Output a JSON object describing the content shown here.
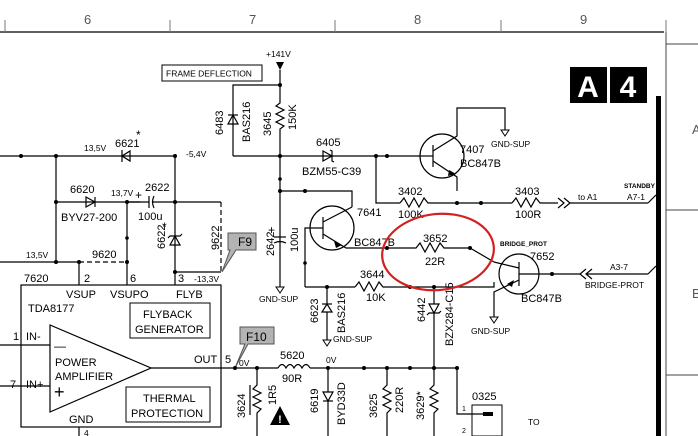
{
  "grid": {
    "columns": [
      "6",
      "7",
      "8",
      "9"
    ],
    "rows": [
      "A",
      "B"
    ]
  },
  "sheet_badge": {
    "letter": "A",
    "number": "4"
  },
  "supply": {
    "label": "+141V"
  },
  "frame_deflection_label": "FRAME DEFLECTION",
  "components": {
    "d6483": {
      "ref": "6483",
      "value": "BAS216"
    },
    "r3645": {
      "ref": "3645",
      "value": "150K"
    },
    "d6405": {
      "ref": "6405",
      "value": "BZM55-C39"
    },
    "q7407": {
      "ref": "7407",
      "value": "BC847B"
    },
    "d6621": {
      "ref": "6621",
      "mark": "*"
    },
    "d6620": {
      "ref": "6620",
      "value": "BYV27-200"
    },
    "c2622": {
      "ref": "2622",
      "value": "100u",
      "plus": "+"
    },
    "d6622": {
      "ref": "6622",
      "mark": "*"
    },
    "r9622": {
      "ref": "9622"
    },
    "r9620": {
      "ref": "9620"
    },
    "c2642": {
      "ref": "2642",
      "value": "100u",
      "plus": "+"
    },
    "q7641": {
      "ref": "7641",
      "value": "BC847B"
    },
    "r3402": {
      "ref": "3402",
      "value": "100K"
    },
    "r3403": {
      "ref": "3403",
      "value": "100R"
    },
    "r3652": {
      "ref": "3652",
      "value": "22R"
    },
    "r3644": {
      "ref": "3644",
      "value": "10K"
    },
    "q7652": {
      "ref": "7652",
      "value": "BC847B",
      "net": "BRIDGE_PROT"
    },
    "d6623": {
      "ref": "6623",
      "value": "BAS216"
    },
    "d6442": {
      "ref": "6442",
      "value": "BZX284-C15"
    },
    "l5620": {
      "ref": "5620",
      "value": "90R"
    },
    "r3624": {
      "ref": "3624",
      "value": "1R5"
    },
    "d6619": {
      "ref": "6619",
      "value": "BYD33D"
    },
    "r3625": {
      "ref": "3625",
      "value": "220R"
    },
    "r3629": {
      "ref": "3629*"
    },
    "conn0325": {
      "ref": "0325",
      "pin1": "1",
      "pin2": "2",
      "dest": "TO"
    }
  },
  "voltages": {
    "v135_top": "13,5V",
    "vneg54": "-5,4V",
    "v137": "13,7V",
    "v135_left": "13,5V",
    "vneg133": "-13,3V",
    "v0_out": "0V",
    "v0_node": "0V"
  },
  "ground_label": "GND-SUP",
  "test_points": {
    "f9": "F9",
    "f10": "F10"
  },
  "ic": {
    "ref": "7620",
    "part": "TDA8177",
    "pins": {
      "p2": "2",
      "p6": "6",
      "p3": "3",
      "p1": "1",
      "p7": "7",
      "p5": "5",
      "p4": "4"
    },
    "pin_names": {
      "vsup": "VSUP",
      "vsupo": "VSUPO",
      "flyb": "FLYB",
      "in_minus": "IN-",
      "in_plus": "IN+",
      "out": "OUT",
      "gnd": "GND"
    },
    "blocks": {
      "flyback": [
        "FLYBACK",
        "GENERATOR"
      ],
      "amp": [
        "POWER",
        "AMPLIFIER"
      ],
      "thermal": [
        "THERMAL",
        "PROTECTION"
      ]
    },
    "minus_sign": "—",
    "plus_sign": "+"
  },
  "connectors": {
    "standby": {
      "net": "STANDBY",
      "pin": "A7-1",
      "dest": "to A1"
    },
    "bridge": {
      "net": "BRIDGE-PROT",
      "pin": "A3-7"
    }
  },
  "annotation": {
    "color": "#d42020",
    "shape": "ellipse",
    "encloses": "3652 22R"
  }
}
